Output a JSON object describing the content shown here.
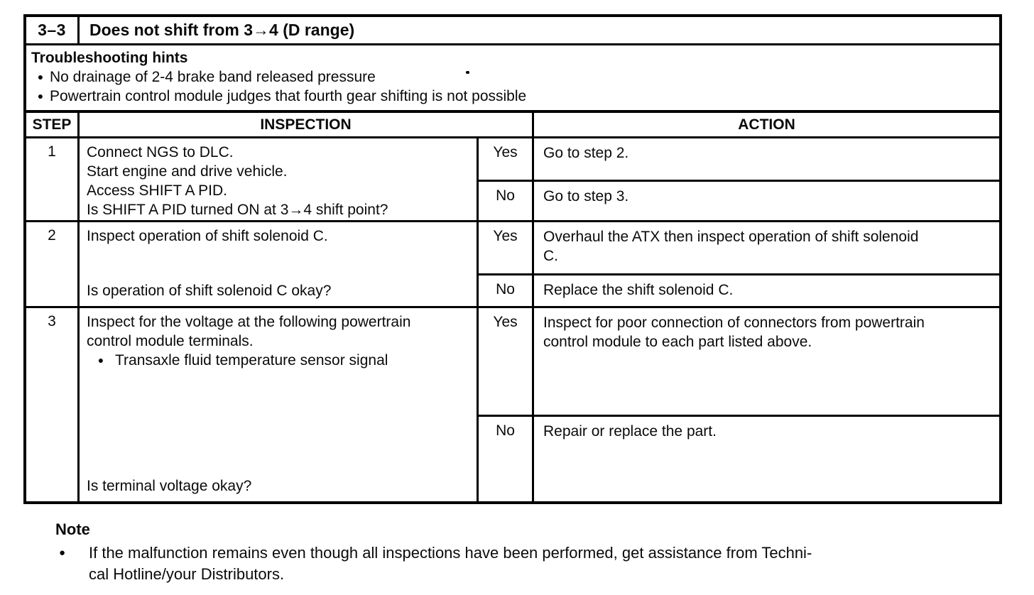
{
  "ui": {
    "bullet": "●"
  },
  "doc": {
    "section_id": "3–3",
    "section_title": "Does not shift from 3→4 (D range)",
    "hints": {
      "heading": "Troubleshooting hints",
      "items": [
        "No drainage of 2-4 brake band released pressure",
        "Powertrain control module judges that fourth gear shifting is not possible"
      ]
    },
    "table": {
      "col_step": "STEP",
      "col_inspection": "INSPECTION",
      "col_action": "ACTION",
      "steps": [
        {
          "num": "1",
          "inspection": "Connect NGS to DLC.\nStart engine and drive vehicle.\nAccess SHIFT A PID.\nIs SHIFT A PID turned ON at 3→4 shift point?",
          "yes_label": "Yes",
          "yes_action": "Go to step 2.",
          "no_label": "No",
          "no_action": "Go to step 3."
        },
        {
          "num": "2",
          "inspection": "Inspect operation of shift solenoid C.",
          "question": "Is operation of shift solenoid C okay?",
          "yes_label": "Yes",
          "yes_action": "Overhaul the ATX then inspect operation of shift solenoid\nC.",
          "no_label": "No",
          "no_action": "Replace the shift solenoid C."
        },
        {
          "num": "3",
          "inspection": "Inspect for the voltage at the following powertrain\ncontrol module terminals.",
          "inspection_bullet": "Transaxle fluid temperature sensor signal",
          "question": "Is terminal voltage okay?",
          "yes_label": "Yes",
          "yes_action": "Inspect for poor connection of connectors from powertrain\ncontrol module to each part listed above.",
          "no_label": "No",
          "no_action": "Repair or replace the part."
        }
      ]
    },
    "note": {
      "heading": "Note",
      "text": "If the malfunction remains even though all inspections have been performed, get assistance from Techni-\ncal Hotline/your Distributors."
    }
  }
}
